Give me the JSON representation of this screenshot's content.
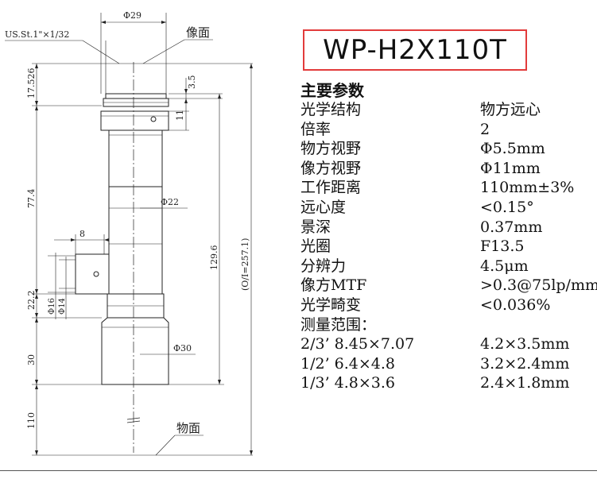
{
  "drawing": {
    "thread_label": "US.St.1\"×1/32",
    "image_plane_label": "像面",
    "object_plane_label": "物面",
    "dims": {
      "top_diameter": "Φ29",
      "flange_height": "3.5",
      "collar_height": "11",
      "mid_diameter": "Φ22",
      "port_offset": "8",
      "port_outer_diameter": "Φ16",
      "port_inner_diameter": "Φ14",
      "front_diameter": "Φ30",
      "left_seg_1": "17.526",
      "left_seg_2": "77.4",
      "left_seg_3": "22.2",
      "left_seg_4": "30",
      "left_seg_5": "110",
      "total_body": "129.6",
      "total_conjugate": "(O/I=257.1)"
    }
  },
  "model": "WP-H2X110T",
  "specs": {
    "title": "主要参数",
    "rows": [
      {
        "key": "光学结构",
        "value": "物方远心"
      },
      {
        "key": "倍率",
        "value": "2"
      },
      {
        "key": "物方视野",
        "value": "Φ5.5mm"
      },
      {
        "key": "像方视野",
        "value": "Φ11mm"
      },
      {
        "key": "工作距离",
        "value": "110mm±3%"
      },
      {
        "key": "远心度",
        "value": "<0.15°"
      },
      {
        "key": "景深",
        "value": "0.37mm"
      },
      {
        "key": "光圈",
        "value": "F13.5"
      },
      {
        "key": "分辨力",
        "value": "4.5μm"
      },
      {
        "key": "像方MTF",
        "value": ">0.3@75lp/mm"
      },
      {
        "key": "光学畸变",
        "value": "<0.036%"
      }
    ],
    "range_title": "测量范围：",
    "ranges": [
      {
        "sensor": "2/3’",
        "size": "8.45×7.07",
        "field": "4.2×3.5mm"
      },
      {
        "sensor": "1/2’",
        "size": "6.4×4.8",
        "field": "3.2×2.4mm"
      },
      {
        "sensor": "1/3’",
        "size": "4.8×3.6",
        "field": "2.4×1.8mm"
      }
    ]
  }
}
